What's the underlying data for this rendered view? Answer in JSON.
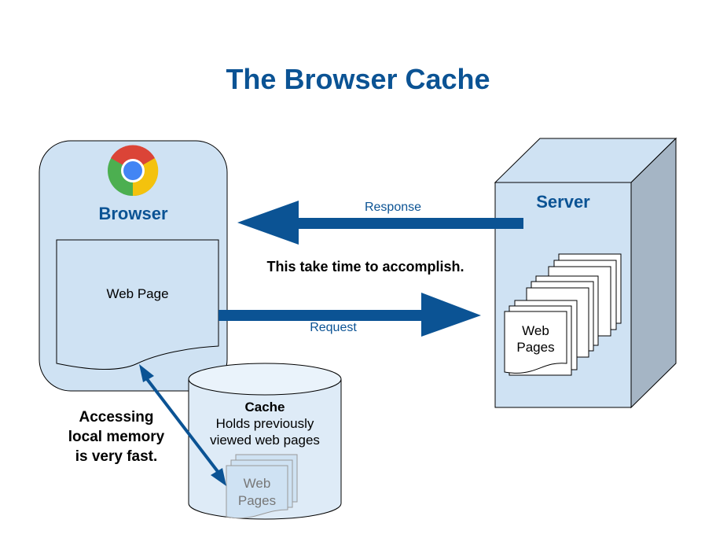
{
  "title": "The Browser Cache",
  "colors": {
    "accent": "#0b5394",
    "panel": "#cfe2f3",
    "cache_fill": "#deebf7",
    "server_side": "#a5b5c5"
  },
  "browser": {
    "icon": "chrome-logo-icon",
    "label": "Browser",
    "web_page_label": "Web Page"
  },
  "server": {
    "label": "Server",
    "pages_label_line1": "Web",
    "pages_label_line2": "Pages"
  },
  "arrows": {
    "response_label": "Response",
    "request_label": "Request",
    "slow_note": "This take time to accomplish."
  },
  "cache": {
    "title": "Cache",
    "desc_line1": "Holds previously",
    "desc_line2": "viewed web pages",
    "pages_label_line1": "Web",
    "pages_label_line2": "Pages"
  },
  "local_note": {
    "line1": "Accessing",
    "line2": "local memory",
    "line3": "is very fast."
  }
}
